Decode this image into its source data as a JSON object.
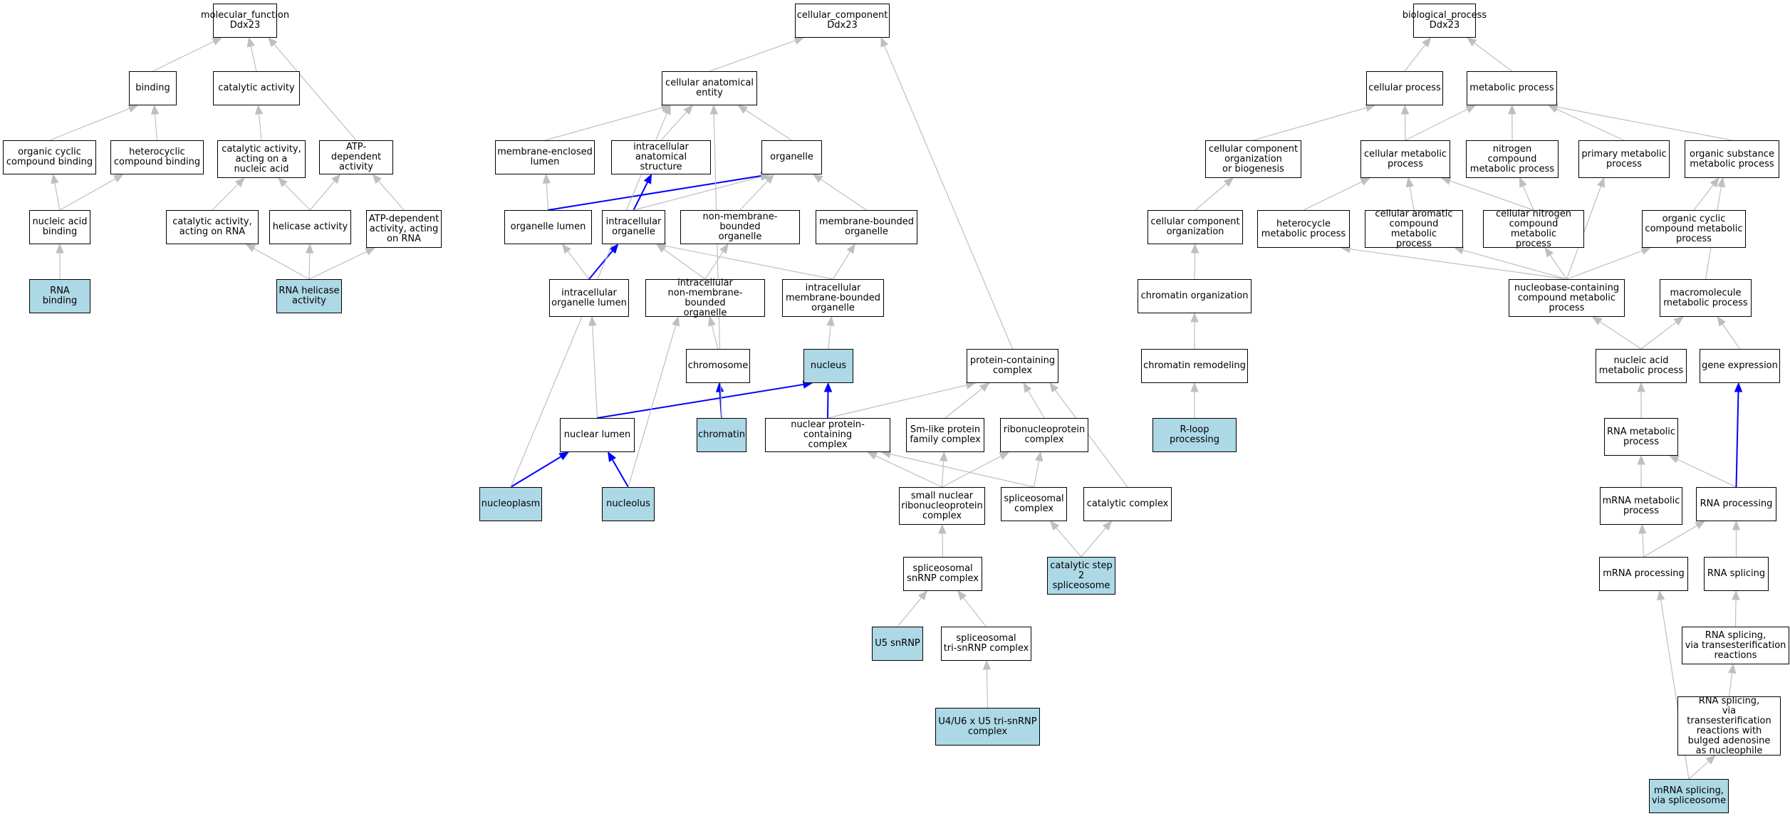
{
  "nodes": {
    "mf": {
      "label": "molecular_function\nDdx23",
      "highlight": false
    },
    "binding": {
      "label": "binding",
      "highlight": false
    },
    "catalytic": {
      "label": "catalytic activity",
      "highlight": false
    },
    "ocb": {
      "label": "organic cyclic\ncompound binding",
      "highlight": false
    },
    "hcb": {
      "label": "heterocyclic\ncompound binding",
      "highlight": false
    },
    "canuc": {
      "label": "catalytic activity,\nacting on a\nnucleic acid",
      "highlight": false
    },
    "atpdep": {
      "label": "ATP-dependent\nactivity",
      "highlight": false
    },
    "nab": {
      "label": "nucleic acid\nbinding",
      "highlight": false
    },
    "carna": {
      "label": "catalytic activity,\nacting on RNA",
      "highlight": false
    },
    "helicase": {
      "label": "helicase activity",
      "highlight": false
    },
    "atprna": {
      "label": "ATP-dependent\nactivity, acting\non RNA",
      "highlight": false
    },
    "rnab": {
      "label": "RNA binding",
      "highlight": true
    },
    "rnahel": {
      "label": "RNA helicase\nactivity",
      "highlight": true
    },
    "cc": {
      "label": "cellular_component\nDdx23",
      "highlight": false
    },
    "cae": {
      "label": "cellular anatomical\nentity",
      "highlight": false
    },
    "mel": {
      "label": "membrane-enclosed\nlumen",
      "highlight": false
    },
    "ias": {
      "label": "intracellular\nanatomical structure",
      "highlight": false
    },
    "organelle": {
      "label": "organelle",
      "highlight": false
    },
    "olumen": {
      "label": "organelle lumen",
      "highlight": false
    },
    "iorg": {
      "label": "intracellular\norganelle",
      "highlight": false
    },
    "nmbo": {
      "label": "non-membrane-bounded\norganelle",
      "highlight": false
    },
    "mbo": {
      "label": "membrane-bounded\norganelle",
      "highlight": false
    },
    "iol": {
      "label": "intracellular\norganelle lumen",
      "highlight": false
    },
    "inmbo": {
      "label": "intracellular\nnon-membrane-bounded\norganelle",
      "highlight": false
    },
    "imbo": {
      "label": "intracellular\nmembrane-bounded\norganelle",
      "highlight": false
    },
    "chromosome": {
      "label": "chromosome",
      "highlight": false
    },
    "nucleus": {
      "label": "nucleus",
      "highlight": true
    },
    "pcc": {
      "label": "protein-containing\ncomplex",
      "highlight": false
    },
    "nlumen": {
      "label": "nuclear lumen",
      "highlight": false
    },
    "chromatin": {
      "label": "chromatin",
      "highlight": true
    },
    "npcc": {
      "label": "nuclear protein-containing\ncomplex",
      "highlight": false
    },
    "smlike": {
      "label": "Sm-like protein\nfamily complex",
      "highlight": false
    },
    "rnp": {
      "label": "ribonucleoprotein\ncomplex",
      "highlight": false
    },
    "nucleoplasm": {
      "label": "nucleoplasm",
      "highlight": true
    },
    "nucleolus": {
      "label": "nucleolus",
      "highlight": true
    },
    "snrnp": {
      "label": "small nuclear\nribonucleoprotein\ncomplex",
      "highlight": false
    },
    "splc": {
      "label": "spliceosomal\ncomplex",
      "highlight": false
    },
    "catcx": {
      "label": "catalytic complex",
      "highlight": false
    },
    "ssnrnp": {
      "label": "spliceosomal\nsnRNP complex",
      "highlight": false
    },
    "cs2": {
      "label": "catalytic step\n2 spliceosome",
      "highlight": true
    },
    "u5": {
      "label": "U5 snRNP",
      "highlight": true
    },
    "tri": {
      "label": "spliceosomal\ntri-snRNP complex",
      "highlight": false
    },
    "u4u6": {
      "label": "U4/U6 x U5 tri-snRNP\ncomplex",
      "highlight": true
    },
    "bp": {
      "label": "biological_process\nDdx23",
      "highlight": false
    },
    "cp": {
      "label": "cellular process",
      "highlight": false
    },
    "mp": {
      "label": "metabolic process",
      "highlight": false
    },
    "ccob": {
      "label": "cellular component\norganization\nor biogenesis",
      "highlight": false
    },
    "cmp": {
      "label": "cellular metabolic\nprocess",
      "highlight": false
    },
    "ncmp": {
      "label": "nitrogen compound\nmetabolic process",
      "highlight": false
    },
    "pmp": {
      "label": "primary metabolic\nprocess",
      "highlight": false
    },
    "osmp": {
      "label": "organic substance\nmetabolic process",
      "highlight": false
    },
    "cco": {
      "label": "cellular component\norganization",
      "highlight": false
    },
    "hmp": {
      "label": "heterocycle\nmetabolic process",
      "highlight": false
    },
    "cacmp": {
      "label": "cellular aromatic\ncompound metabolic\nprocess",
      "highlight": false
    },
    "cncmp": {
      "label": "cellular nitrogen\ncompound metabolic\nprocess",
      "highlight": false
    },
    "occmp": {
      "label": "organic cyclic\ncompound metabolic\nprocess",
      "highlight": false
    },
    "chrorg": {
      "label": "chromatin organization",
      "highlight": false
    },
    "nbcmp": {
      "label": "nucleobase-containing\ncompound metabolic\nprocess",
      "highlight": false
    },
    "macro": {
      "label": "macromolecule\nmetabolic process",
      "highlight": false
    },
    "chrrem": {
      "label": "chromatin remodeling",
      "highlight": false
    },
    "namp": {
      "label": "nucleic acid\nmetabolic process",
      "highlight": false
    },
    "gexp": {
      "label": "gene expression",
      "highlight": false
    },
    "rloop": {
      "label": "R-loop processing",
      "highlight": true
    },
    "rnamp": {
      "label": "RNA metabolic\nprocess",
      "highlight": false
    },
    "mrnamp": {
      "label": "mRNA metabolic\nprocess",
      "highlight": false
    },
    "rnaproc": {
      "label": "RNA processing",
      "highlight": false
    },
    "mrnaproc": {
      "label": "mRNA processing",
      "highlight": false
    },
    "rnaspl": {
      "label": "RNA splicing",
      "highlight": false
    },
    "rnasplt": {
      "label": "RNA splicing,\nvia transesterification\nreactions",
      "highlight": false
    },
    "rnasplb": {
      "label": "RNA splicing,\nvia transesterification\nreactions with\nbulged adenosine\nas nucleophile",
      "highlight": false
    },
    "mrnaspl": {
      "label": "mRNA splicing,\nvia spliceosome",
      "highlight": true
    }
  },
  "edges": [
    {
      "from": "binding",
      "to": "mf",
      "color": "gray"
    },
    {
      "from": "catalytic",
      "to": "mf",
      "color": "gray"
    },
    {
      "from": "atpdep",
      "to": "mf",
      "color": "gray"
    },
    {
      "from": "ocb",
      "to": "binding",
      "color": "gray"
    },
    {
      "from": "hcb",
      "to": "binding",
      "color": "gray"
    },
    {
      "from": "canuc",
      "to": "catalytic",
      "color": "gray"
    },
    {
      "from": "nab",
      "to": "ocb",
      "color": "gray"
    },
    {
      "from": "nab",
      "to": "hcb",
      "color": "gray"
    },
    {
      "from": "carna",
      "to": "canuc",
      "color": "gray"
    },
    {
      "from": "helicase",
      "to": "canuc",
      "color": "gray"
    },
    {
      "from": "helicase",
      "to": "atpdep",
      "color": "gray"
    },
    {
      "from": "atprna",
      "to": "atpdep",
      "color": "gray"
    },
    {
      "from": "rnab",
      "to": "nab",
      "color": "gray"
    },
    {
      "from": "rnahel",
      "to": "carna",
      "color": "gray"
    },
    {
      "from": "rnahel",
      "to": "helicase",
      "color": "gray"
    },
    {
      "from": "rnahel",
      "to": "atprna",
      "color": "gray"
    },
    {
      "from": "cae",
      "to": "cc",
      "color": "gray"
    },
    {
      "from": "pcc",
      "to": "cc",
      "color": "gray"
    },
    {
      "from": "mel",
      "to": "cae",
      "color": "gray"
    },
    {
      "from": "ias",
      "to": "cae",
      "color": "gray"
    },
    {
      "from": "organelle",
      "to": "cae",
      "color": "gray"
    },
    {
      "from": "olumen",
      "to": "mel",
      "color": "gray"
    },
    {
      "from": "olumen",
      "to": "organelle",
      "color": "blue"
    },
    {
      "from": "iorg",
      "to": "ias",
      "color": "blue"
    },
    {
      "from": "iorg",
      "to": "organelle",
      "color": "gray"
    },
    {
      "from": "nmbo",
      "to": "organelle",
      "color": "gray"
    },
    {
      "from": "mbo",
      "to": "organelle",
      "color": "gray"
    },
    {
      "from": "iol",
      "to": "olumen",
      "color": "gray"
    },
    {
      "from": "iol",
      "to": "iorg",
      "color": "blue"
    },
    {
      "from": "inmbo",
      "to": "iorg",
      "color": "gray"
    },
    {
      "from": "inmbo",
      "to": "nmbo",
      "color": "gray"
    },
    {
      "from": "imbo",
      "to": "iorg",
      "color": "gray"
    },
    {
      "from": "imbo",
      "to": "mbo",
      "color": "gray"
    },
    {
      "from": "chromosome",
      "to": "inmbo",
      "color": "gray"
    },
    {
      "from": "nucleus",
      "to": "imbo",
      "color": "gray"
    },
    {
      "from": "nlumen",
      "to": "iol",
      "color": "gray"
    },
    {
      "from": "nlumen",
      "to": "nucleus",
      "color": "blue"
    },
    {
      "from": "chromatin",
      "to": "chromosome",
      "color": "blue"
    },
    {
      "from": "chromatin",
      "to": "cae",
      "color": "gray"
    },
    {
      "from": "npcc",
      "to": "nucleus",
      "color": "blue"
    },
    {
      "from": "npcc",
      "to": "pcc",
      "color": "gray"
    },
    {
      "from": "smlike",
      "to": "pcc",
      "color": "gray"
    },
    {
      "from": "rnp",
      "to": "pcc",
      "color": "gray"
    },
    {
      "from": "nucleoplasm",
      "to": "nlumen",
      "color": "blue"
    },
    {
      "from": "nucleoplasm",
      "to": "cae",
      "color": "gray"
    },
    {
      "from": "nucleolus",
      "to": "nlumen",
      "color": "blue"
    },
    {
      "from": "nucleolus",
      "to": "inmbo",
      "color": "gray"
    },
    {
      "from": "snrnp",
      "to": "npcc",
      "color": "gray"
    },
    {
      "from": "snrnp",
      "to": "smlike",
      "color": "gray"
    },
    {
      "from": "snrnp",
      "to": "rnp",
      "color": "gray"
    },
    {
      "from": "splc",
      "to": "rnp",
      "color": "gray"
    },
    {
      "from": "splc",
      "to": "npcc",
      "color": "gray"
    },
    {
      "from": "catcx",
      "to": "pcc",
      "color": "gray"
    },
    {
      "from": "ssnrnp",
      "to": "snrnp",
      "color": "gray"
    },
    {
      "from": "cs2",
      "to": "splc",
      "color": "gray"
    },
    {
      "from": "cs2",
      "to": "catcx",
      "color": "gray"
    },
    {
      "from": "u5",
      "to": "ssnrnp",
      "color": "gray"
    },
    {
      "from": "tri",
      "to": "ssnrnp",
      "color": "gray"
    },
    {
      "from": "u4u6",
      "to": "tri",
      "color": "gray"
    },
    {
      "from": "cp",
      "to": "bp",
      "color": "gray"
    },
    {
      "from": "mp",
      "to": "bp",
      "color": "gray"
    },
    {
      "from": "ccob",
      "to": "cp",
      "color": "gray"
    },
    {
      "from": "cmp",
      "to": "cp",
      "color": "gray"
    },
    {
      "from": "cmp",
      "to": "mp",
      "color": "gray"
    },
    {
      "from": "ncmp",
      "to": "mp",
      "color": "gray"
    },
    {
      "from": "pmp",
      "to": "mp",
      "color": "gray"
    },
    {
      "from": "osmp",
      "to": "mp",
      "color": "gray"
    },
    {
      "from": "cco",
      "to": "ccob",
      "color": "gray"
    },
    {
      "from": "hmp",
      "to": "cmp",
      "color": "gray"
    },
    {
      "from": "cacmp",
      "to": "cmp",
      "color": "gray"
    },
    {
      "from": "cncmp",
      "to": "cmp",
      "color": "gray"
    },
    {
      "from": "cncmp",
      "to": "ncmp",
      "color": "gray"
    },
    {
      "from": "occmp",
      "to": "osmp",
      "color": "gray"
    },
    {
      "from": "chrorg",
      "to": "cco",
      "color": "gray"
    },
    {
      "from": "nbcmp",
      "to": "hmp",
      "color": "gray"
    },
    {
      "from": "nbcmp",
      "to": "cacmp",
      "color": "gray"
    },
    {
      "from": "nbcmp",
      "to": "cncmp",
      "color": "gray"
    },
    {
      "from": "nbcmp",
      "to": "occmp",
      "color": "gray"
    },
    {
      "from": "nbcmp",
      "to": "pmp",
      "color": "gray"
    },
    {
      "from": "macro",
      "to": "osmp",
      "color": "gray"
    },
    {
      "from": "chrrem",
      "to": "chrorg",
      "color": "gray"
    },
    {
      "from": "namp",
      "to": "nbcmp",
      "color": "gray"
    },
    {
      "from": "namp",
      "to": "macro",
      "color": "gray"
    },
    {
      "from": "gexp",
      "to": "macro",
      "color": "gray"
    },
    {
      "from": "rloop",
      "to": "chrrem",
      "color": "gray"
    },
    {
      "from": "rnamp",
      "to": "namp",
      "color": "gray"
    },
    {
      "from": "mrnamp",
      "to": "rnamp",
      "color": "gray"
    },
    {
      "from": "rnaproc",
      "to": "rnamp",
      "color": "gray"
    },
    {
      "from": "rnaproc",
      "to": "gexp",
      "color": "blue"
    },
    {
      "from": "mrnaproc",
      "to": "mrnamp",
      "color": "gray"
    },
    {
      "from": "mrnaproc",
      "to": "rnaproc",
      "color": "gray"
    },
    {
      "from": "rnaspl",
      "to": "rnaproc",
      "color": "gray"
    },
    {
      "from": "rnasplt",
      "to": "rnaspl",
      "color": "gray"
    },
    {
      "from": "rnasplb",
      "to": "rnasplt",
      "color": "gray"
    },
    {
      "from": "mrnaspl",
      "to": "rnasplb",
      "color": "gray"
    },
    {
      "from": "mrnaspl",
      "to": "mrnaproc",
      "color": "gray"
    }
  ],
  "colors": {
    "node_fill": "#ffffff",
    "highlight_fill": "#add8e6",
    "node_border": "#000000",
    "edge_gray": "#bfbfbf",
    "edge_blue": "#0000ff"
  }
}
